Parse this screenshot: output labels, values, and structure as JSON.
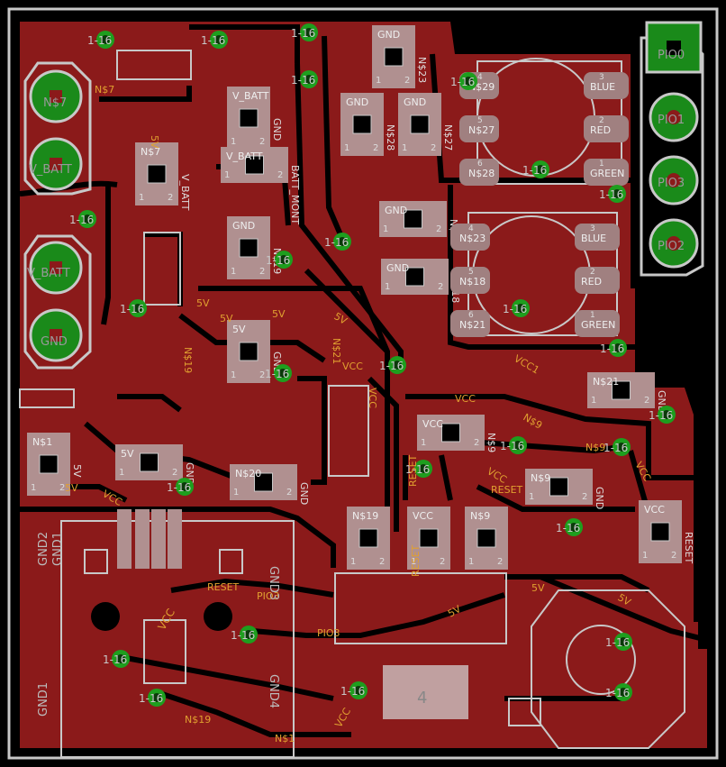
{
  "colors": {
    "background": "#000000",
    "copper": "#8b1a1a",
    "silkscreen": "#c8c8c8",
    "via_ring": "#22aa22",
    "pad_green": "#2e8b2e",
    "label_orange": "#e0a030"
  },
  "headers": {
    "left": [
      {
        "label": "N$7"
      },
      {
        "label": "V_BATT"
      },
      {
        "label": "V_BATT"
      },
      {
        "label": "GND"
      }
    ],
    "right": [
      {
        "label": "PIO0"
      },
      {
        "label": "PIO1"
      },
      {
        "label": "PIO3"
      },
      {
        "label": "PIO2"
      }
    ]
  },
  "vias": [
    {
      "label": "1-16"
    },
    {
      "label": "1-16"
    },
    {
      "label": "1-16"
    },
    {
      "label": "1-16"
    },
    {
      "label": "1-16"
    },
    {
      "label": "1-16"
    },
    {
      "label": "1-16"
    },
    {
      "label": "1-16"
    },
    {
      "label": "1-16"
    },
    {
      "label": "1-16"
    },
    {
      "label": "1-16"
    },
    {
      "label": "1-16"
    },
    {
      "label": "1-16"
    },
    {
      "label": "1-16"
    },
    {
      "label": "1-16"
    },
    {
      "label": "1-16"
    },
    {
      "label": "1-16"
    },
    {
      "label": "1-16"
    },
    {
      "label": "1-16"
    },
    {
      "label": "1-16"
    },
    {
      "label": "1-16"
    },
    {
      "label": "1-16"
    },
    {
      "label": "1-16"
    },
    {
      "label": "1-16"
    },
    {
      "label": "1-16"
    },
    {
      "label": "1-16"
    },
    {
      "label": "1-16"
    }
  ],
  "net_labels": [
    {
      "text": "N$7"
    },
    {
      "text": "5V"
    },
    {
      "text": "5V"
    },
    {
      "text": "5V"
    },
    {
      "text": "5V"
    },
    {
      "text": "N$19"
    },
    {
      "text": "5V"
    },
    {
      "text": "N$21"
    },
    {
      "text": "VCC"
    },
    {
      "text": "VCC"
    },
    {
      "text": "VCC1"
    },
    {
      "text": "VCC"
    },
    {
      "text": "N$9"
    },
    {
      "text": "N$9"
    },
    {
      "text": "VCC"
    },
    {
      "text": "VCC"
    },
    {
      "text": "RESET"
    },
    {
      "text": "RESET"
    },
    {
      "text": "RESET"
    },
    {
      "text": "RESET"
    },
    {
      "text": "PIO3"
    },
    {
      "text": "PIO3"
    },
    {
      "text": "5V"
    },
    {
      "text": "5V"
    },
    {
      "text": "5V"
    },
    {
      "text": "N$1"
    },
    {
      "text": "N$19"
    },
    {
      "text": "VCC"
    },
    {
      "text": "5V"
    },
    {
      "text": "VCC"
    }
  ],
  "components": [
    {
      "ref": "GND",
      "pin1": "1",
      "pin2": "2",
      "net": "N$23"
    },
    {
      "ref": "GND",
      "pin1": "1",
      "pin2": "2",
      "net": "N$28"
    },
    {
      "ref": "GND",
      "pin1": "1",
      "pin2": "2",
      "net": "N$27"
    },
    {
      "ref": "V_BATT",
      "pin1": "1",
      "pin2": "2",
      "net": "GND"
    },
    {
      "ref": "N$7",
      "pin1": "1",
      "pin2": "2",
      "net": "V_BATT"
    },
    {
      "ref": "V_BATT",
      "pin1": "1",
      "pin2": "2",
      "net": "BATT_MONT"
    },
    {
      "ref": "GND",
      "pin1": "1",
      "pin2": "2",
      "net": "N$19"
    },
    {
      "ref": "GND",
      "pin1": "1",
      "pin2": "2",
      "net": "N$23"
    },
    {
      "ref": "GND",
      "pin1": "1",
      "pin2": "2",
      "net": "N$18"
    },
    {
      "ref": "5V",
      "pin1": "1",
      "pin2": "2",
      "net": "GND"
    },
    {
      "ref": "N$21",
      "pin1": "1",
      "pin2": "2",
      "net": "GND"
    },
    {
      "ref": "VCC",
      "pin1": "1",
      "pin2": "2",
      "net": "N$9"
    },
    {
      "ref": "N$9",
      "pin1": "1",
      "pin2": "2",
      "net": "GND"
    },
    {
      "ref": "N$20",
      "pin1": "1",
      "pin2": "2",
      "net": "GND"
    },
    {
      "ref": "5V",
      "pin1": "1",
      "pin2": "2",
      "net": "GND"
    },
    {
      "ref": "N$1",
      "pin1": "1",
      "pin2": "2",
      "net": "5V"
    },
    {
      "ref": "VCC",
      "pin1": "1",
      "pin2": "2",
      "net": "RESET"
    },
    {
      "ref": "N$19",
      "pin1": "1",
      "pin2": "2",
      "net": ""
    },
    {
      "ref": "VCC",
      "pin1": "1",
      "pin2": "2",
      "net": ""
    },
    {
      "ref": "N$9",
      "pin1": "1",
      "pin2": "2",
      "net": ""
    }
  ],
  "leds": [
    {
      "pins": [
        "N$29",
        "N$27",
        "N$28"
      ],
      "outs": [
        "BLUE",
        "RED",
        "GREEN"
      ],
      "nums": [
        "4",
        "5",
        "6",
        "3",
        "2",
        "1"
      ]
    },
    {
      "pins": [
        "N$23",
        "N$18",
        "N$21"
      ],
      "outs": [
        "BLUE",
        "RED",
        "GREEN"
      ],
      "nums": [
        "4",
        "5",
        "6",
        "3",
        "2",
        "1"
      ]
    }
  ],
  "usb": {
    "gnd_labels": [
      "GND2",
      "GND1",
      "GND3",
      "GND1",
      "GND4"
    ],
    "vcc": "VCC"
  },
  "ic": {
    "pin": "4"
  }
}
